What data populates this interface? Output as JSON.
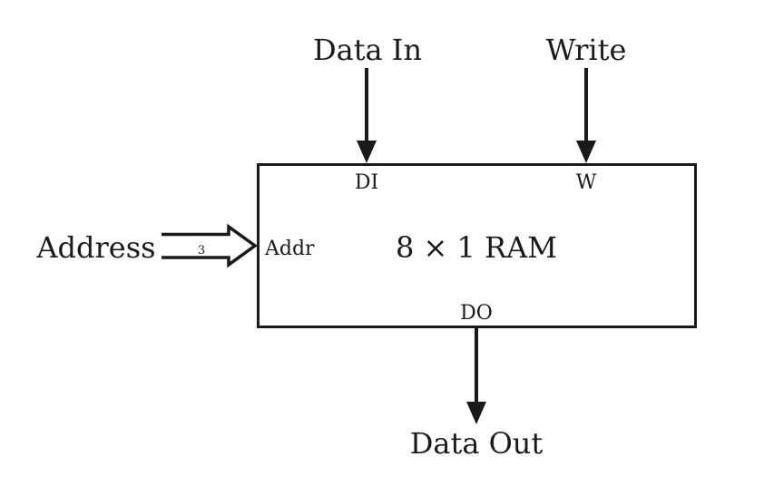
{
  "diagram": {
    "block_title": "8 × 1 RAM",
    "inputs": {
      "data_in": {
        "label": "Data In",
        "port": "DI"
      },
      "write": {
        "label": "Write",
        "port": "W"
      },
      "address": {
        "label": "Address",
        "port": "Addr",
        "bus_width": "3"
      }
    },
    "outputs": {
      "data_out": {
        "label": "Data Out",
        "port": "DO"
      }
    },
    "colors": {
      "stroke": "#1a1a1a",
      "background": "#ffffff"
    }
  }
}
